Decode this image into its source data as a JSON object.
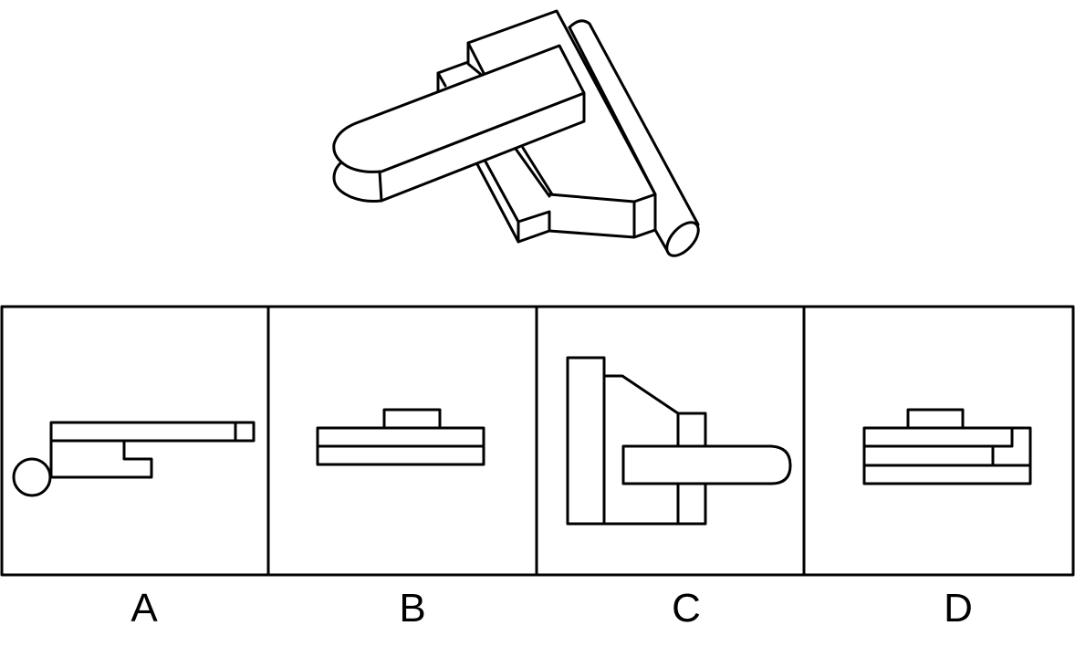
{
  "puzzle": {
    "options": [
      {
        "label": "A"
      },
      {
        "label": "B"
      },
      {
        "label": "C"
      },
      {
        "label": "D"
      }
    ]
  }
}
